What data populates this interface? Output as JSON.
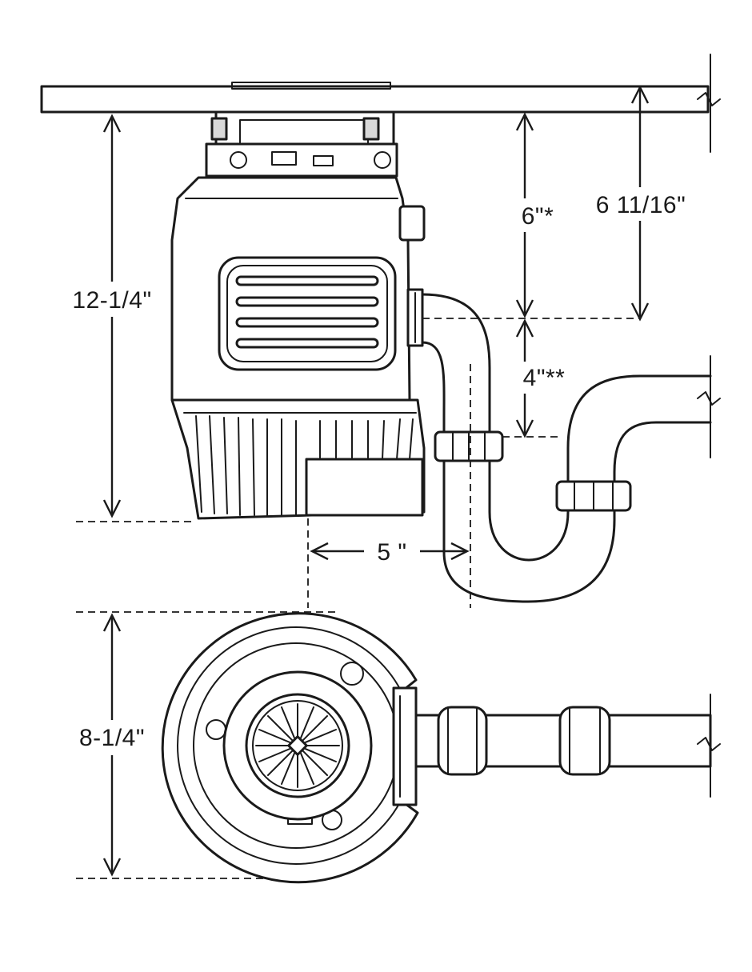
{
  "dimensions": {
    "overall_height": "12-1/4\"",
    "mount_to_inlet": "6\"*",
    "mount_to_inlet_center": "6 11/16\"",
    "inlet_to_trap": "4\"**",
    "center_to_drain": "5 \"",
    "body_diameter": "8-1/4\""
  },
  "colors": {
    "line": "#1a1a1a",
    "fill": "#ffffff",
    "shade": "#d8d8d8"
  }
}
